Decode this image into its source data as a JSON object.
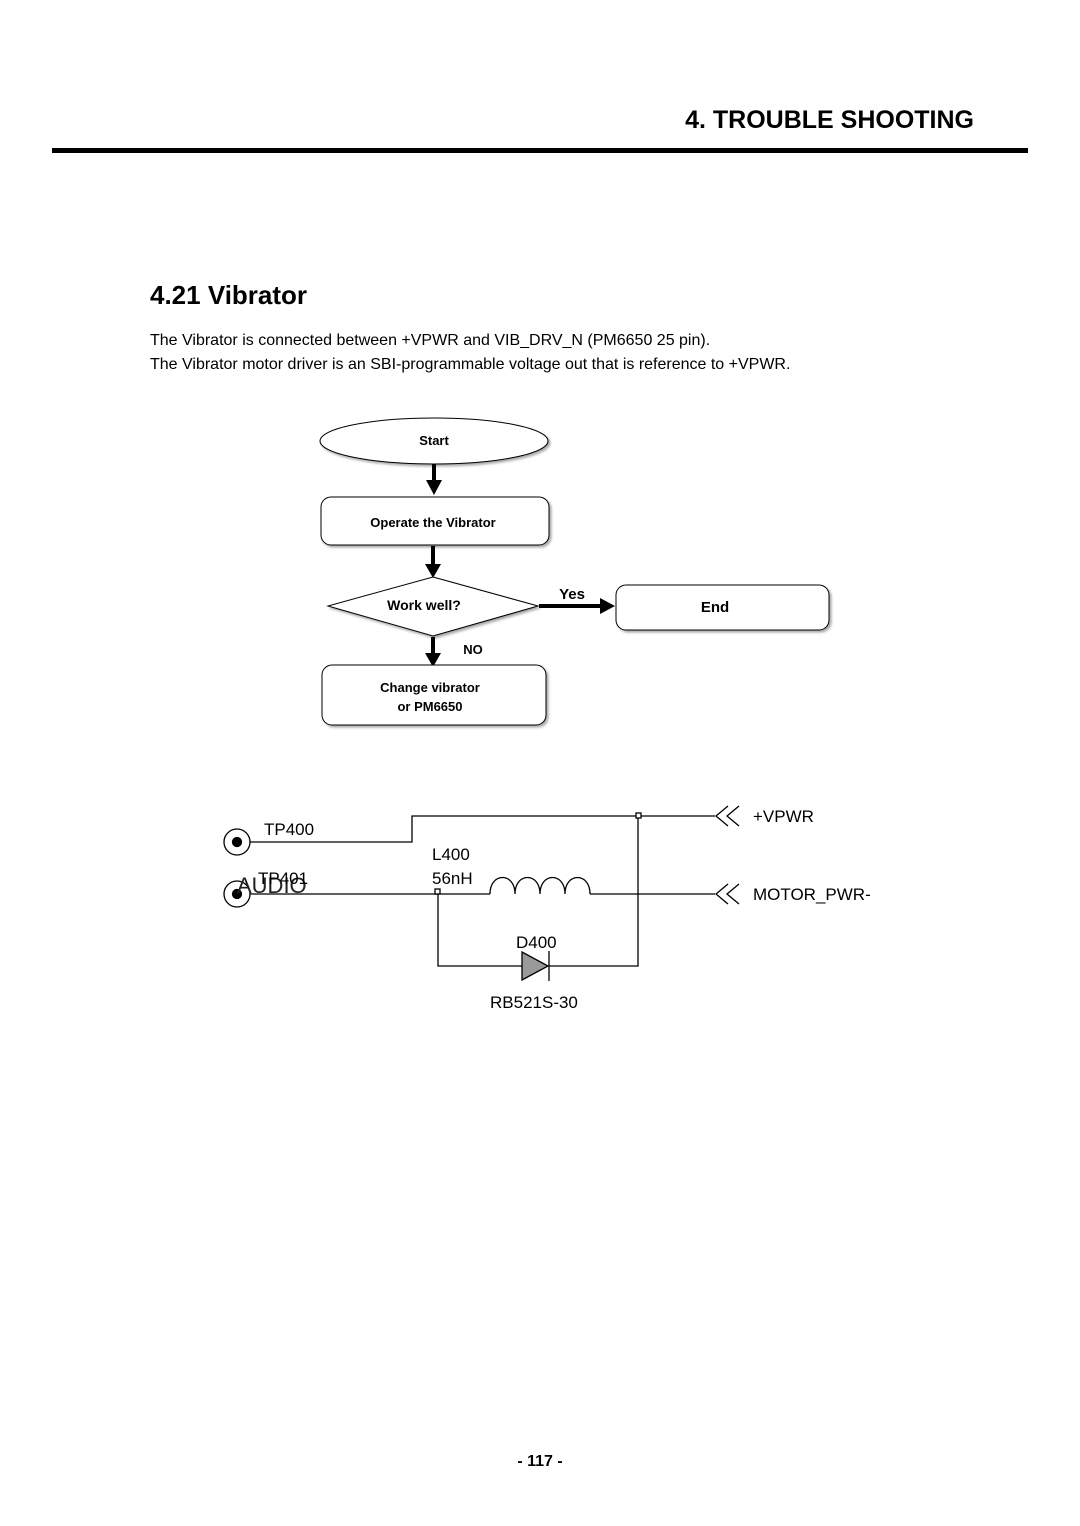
{
  "header": {
    "chapter_title": "4. TROUBLE SHOOTING"
  },
  "section": {
    "title": "4.21 Vibrator"
  },
  "paragraphs": [
    "The Vibrator is connected between +VPWR and VIB_DRV_N (PM6650 25 pin).",
    "The Vibrator motor driver is an SBI-programmable voltage out that is reference to +VPWR."
  ],
  "flowchart": {
    "start": "Start",
    "operate": "Operate  the Vibrator",
    "decision": "Work well?",
    "yes_label": "Yes",
    "no_label": "NO",
    "end": "End",
    "change_line1": "Change vibrator",
    "change_line2": "or PM6650"
  },
  "schematic": {
    "tp400": "TP400",
    "tp401": "TP401",
    "audio_overlap": "AUDIO",
    "l400": "L400",
    "l400_value": "56nH",
    "d400": "D400",
    "d400_part": "RB521S-30",
    "vpwr": "+VPWR",
    "motor_pwr": "MOTOR_PWR-"
  },
  "footer": {
    "page_number": "- 117 -"
  }
}
